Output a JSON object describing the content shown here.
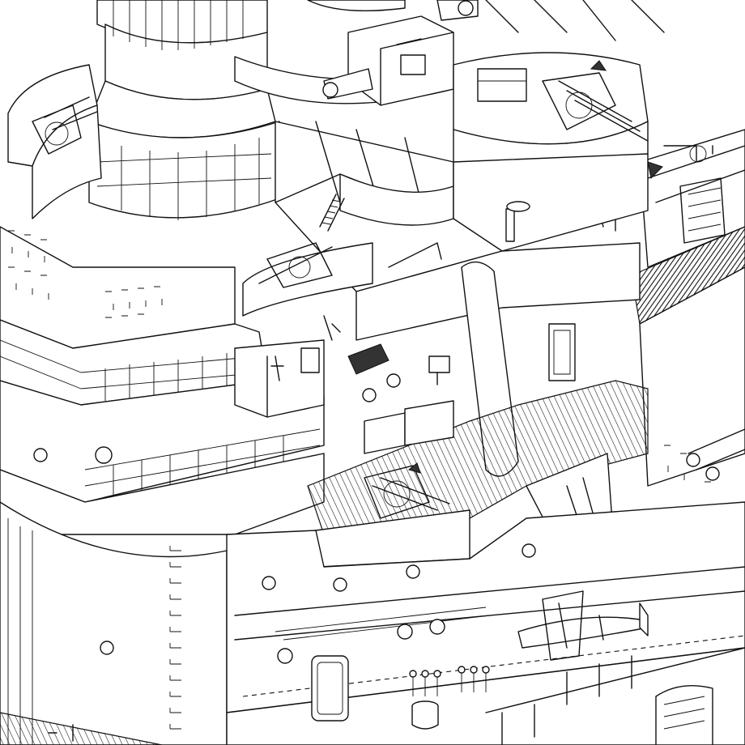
{
  "illustration": {
    "style": "line-drawing",
    "colors": {
      "ink": "#111111",
      "paper": "#ffffff",
      "shade": "#333333"
    },
    "components": {
      "funnel": "funnel",
      "bridge": "bridge-superstructure",
      "director": "gun-director",
      "mount_upper_left": "aa-gun-mount",
      "mount_upper_right": "aa-gun-mount",
      "mount_mid": "aa-gun-mount",
      "mount_lower": "aa-gun-mount",
      "searchlight": "searchlight",
      "ladder": "ladder",
      "vent": "ventilator",
      "lifeboat": "boat",
      "torpedo": "torpedo",
      "portholes": "porthole-row",
      "door": "watertight-door",
      "bollard": "bollard",
      "deck": "wooden-deck"
    }
  }
}
